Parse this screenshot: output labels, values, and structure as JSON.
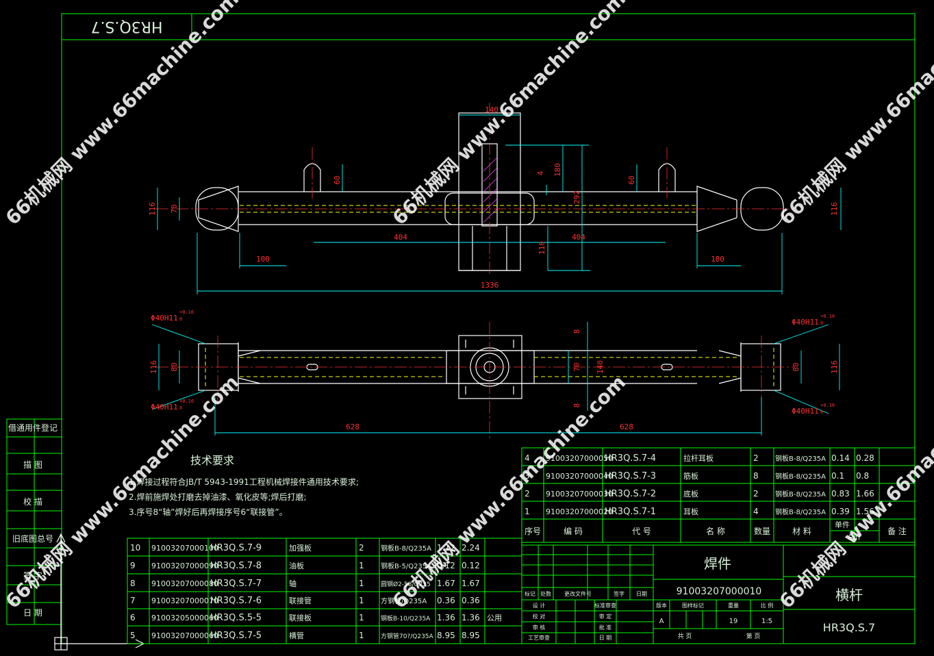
{
  "stamp_box": "HR3Q.S.7",
  "watermark": "66机械网 www.66machine.com",
  "watermark_partial": "66机械网 www.66mac",
  "left_stamps": [
    "借通用件登记",
    "描 图",
    "校 描",
    "旧底图总号",
    "签 字",
    "日 期"
  ],
  "dimensions": {
    "top_140": "140",
    "d180": "180",
    "d4": "4",
    "d292": "292",
    "d60a": "60",
    "d60b": "60",
    "d116a": "116",
    "d70": "70",
    "d116b": "116",
    "d404a": "404",
    "d404b": "404",
    "d110": "110",
    "d100a": "100",
    "d100b": "100",
    "d1336": "1336",
    "phi_tl": "Φ40H11",
    "phi_tr": "Φ40H11",
    "phi_bl": "Φ40H11",
    "phi_br": "Φ40H11",
    "tol_top": "+0.16",
    "tol_bot": "0",
    "b116a": "116",
    "b80a": "80",
    "b8a": "8",
    "b70": "70",
    "b140": "140",
    "b8b": "8",
    "b80b": "80",
    "b116b": "116",
    "b628a": "628",
    "b628b": "628"
  },
  "tech_req": {
    "title": "技术要求",
    "lines": [
      "1.焊接过程符合JB/T 5943-1991工程机械焊接件通用技术要求;",
      "2.焊前施焊处打磨去掉油漆、氧化皮等;焊后打磨;",
      "3.序号8“轴”焊好后再焊接序号6“联接管”。"
    ]
  },
  "bom_upper": [
    [
      "4",
      "91003207000050",
      "HR3Q.S.7-4",
      "拉杆耳板",
      "2",
      "钢板B-8/Q235A",
      "0.14",
      "0.28",
      ""
    ],
    [
      "3",
      "91003207000040",
      "HR3Q.S.7-3",
      "筋板",
      "8",
      "钢板B-8/Q235A",
      "0.1",
      "0.8",
      ""
    ],
    [
      "2",
      "91003207000030",
      "HR3Q.S.7-2",
      "底板",
      "2",
      "钢板B-8/Q235A",
      "0.83",
      "1.66",
      ""
    ],
    [
      "1",
      "91003207000020",
      "HR3Q.S.7-1",
      "耳板",
      "4",
      "钢板B-8/Q235A",
      "0.39",
      "1.56",
      ""
    ]
  ],
  "bom_header": [
    "序号",
    "编 码",
    "代 号",
    "名 称",
    "数量",
    "材 料",
    "单件",
    "备 注"
  ],
  "bom_header_sub": "总计",
  "bom_lower": [
    [
      "10",
      "91003207000100",
      "HR3Q.S.7-9",
      "加强板",
      "2",
      "钢板B-8/Q235A",
      "1.12",
      "2.24",
      ""
    ],
    [
      "9",
      "91003207000090",
      "HR3Q.S.7-8",
      "油板",
      "1",
      "钢板B-5/Q235A",
      "0.12",
      "0.12",
      ""
    ],
    [
      "8",
      "91003207000080",
      "HR3Q.S.7-7",
      "轴",
      "1",
      "圆钢Ø2-58/Q235",
      "1.67",
      "1.67",
      ""
    ],
    [
      "7",
      "91003207000070",
      "HR3Q.S.7-6",
      "联接管",
      "1",
      "方钢管/Q235A",
      "0.36",
      "0.36",
      ""
    ],
    [
      "6",
      "91003205000060",
      "HR3Q.S.5-5",
      "联接板",
      "1",
      "钢板B-10/Q235A",
      "1.36",
      "1.36",
      "公用"
    ],
    [
      "5",
      "91003207000060",
      "HR3Q.S.7-5",
      "横管",
      "1",
      "方钢管70?/Q235A",
      "8.95",
      "8.95",
      ""
    ]
  ],
  "title_block": {
    "weld": "焊件",
    "code": "91003207000010",
    "name": "横杆",
    "drawing_no": "HR3Q.S.7",
    "rev_labels": [
      "标记",
      "处数",
      "更改文件号",
      "签字",
      "日期"
    ],
    "left_labels": [
      "设 计",
      "校 对",
      "审 核",
      "工艺审查"
    ],
    "mid_labels": [
      "标准审查",
      "审 定",
      "批 准",
      "日 期"
    ],
    "stage_labels": [
      "版本",
      "图样标记",
      "重量",
      "比 例"
    ],
    "stage_values": [
      "A",
      "",
      "19",
      "1:5"
    ],
    "sheet_labels": [
      "共 页",
      "第 页"
    ]
  },
  "colors": {
    "frame": "#00ff00",
    "part": "#ffffff",
    "dim": "#00ffff",
    "center": "#ff3030",
    "hidden": "#ffff00",
    "section": "#ff40ff"
  }
}
